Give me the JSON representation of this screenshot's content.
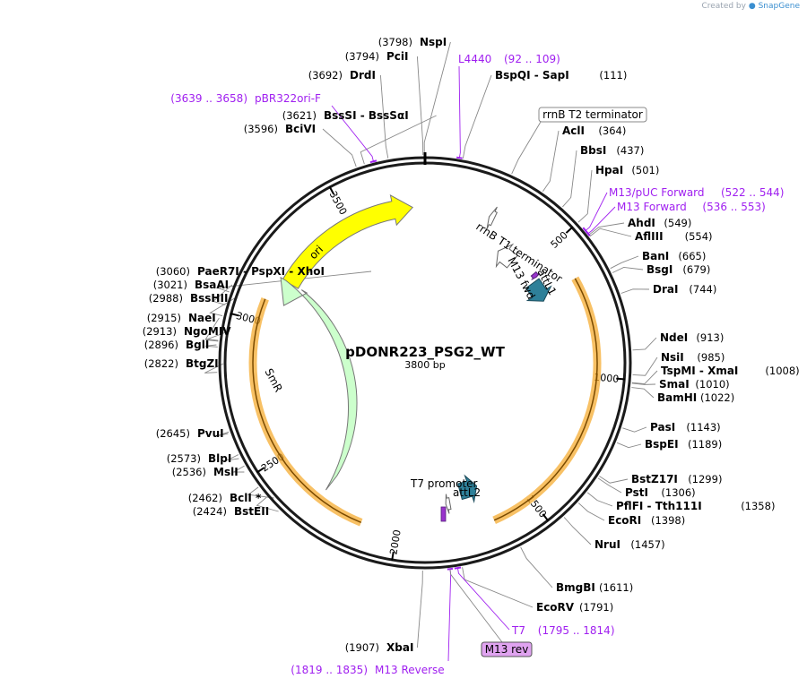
{
  "credit": {
    "prefix": "Created by",
    "brand": "SnapGene"
  },
  "plasmid": {
    "name": "pDONR223_PSG2_WT",
    "length": "3800 bp"
  },
  "ticks": [
    {
      "bp": 500,
      "label": "500"
    },
    {
      "bp": 1000,
      "label": "1000"
    },
    {
      "bp": 1500,
      "label": "1500"
    },
    {
      "bp": 2000,
      "label": "2000"
    },
    {
      "bp": 2500,
      "label": "2500"
    },
    {
      "bp": 3000,
      "label": "3000"
    },
    {
      "bp": 3500,
      "label": "3500"
    }
  ],
  "sites": [
    {
      "name": "NspI",
      "pos": "(3798)",
      "side": "L",
      "bp": 3798
    },
    {
      "name": "PciI",
      "pos": "(3794)",
      "side": "L",
      "bp": 3794
    },
    {
      "name": "DrdI",
      "pos": "(3692)",
      "side": "L",
      "bp": 3692
    },
    {
      "name": "BssSI  -  BssSαI",
      "pos": "(3621)",
      "side": "L",
      "bp": 3621
    },
    {
      "name": "BciVI",
      "pos": "(3596)",
      "side": "L",
      "bp": 3596
    },
    {
      "name": "PaeR7I  -  PspXI  -  XhoI",
      "pos": "(3060)",
      "side": "L",
      "bp": 3060
    },
    {
      "name": "BsaAI",
      "pos": "(3021)",
      "side": "L",
      "bp": 3021
    },
    {
      "name": "BssHII",
      "pos": "(2988)",
      "side": "L",
      "bp": 2988
    },
    {
      "name": "NaeI",
      "pos": "(2915)",
      "side": "L",
      "bp": 2915
    },
    {
      "name": "NgoMIV",
      "pos": "(2913)",
      "side": "L",
      "bp": 2913
    },
    {
      "name": "BglI",
      "pos": "(2896)",
      "side": "L",
      "bp": 2896
    },
    {
      "name": "BtgZI",
      "pos": "(2822)",
      "side": "L",
      "bp": 2822
    },
    {
      "name": "PvuI",
      "pos": "(2645)",
      "side": "L",
      "bp": 2645
    },
    {
      "name": "BlpI",
      "pos": "(2573)",
      "side": "L",
      "bp": 2573
    },
    {
      "name": "MslI",
      "pos": "(2536)",
      "side": "L",
      "bp": 2536
    },
    {
      "name": "BclI *",
      "pos": "(2462)",
      "side": "L",
      "bp": 2462
    },
    {
      "name": "BstEII",
      "pos": "(2424)",
      "side": "L",
      "bp": 2424
    },
    {
      "name": "XbaI",
      "pos": "(1907)",
      "side": "L",
      "bp": 1907
    },
    {
      "name": "BspQI  -  SapI",
      "pos": "(111)",
      "side": "R",
      "bp": 111
    },
    {
      "name": "AclI",
      "pos": "(364)",
      "side": "R",
      "bp": 364
    },
    {
      "name": "BbsI",
      "pos": "(437)",
      "side": "R",
      "bp": 437
    },
    {
      "name": "HpaI",
      "pos": "(501)",
      "side": "R",
      "bp": 501
    },
    {
      "name": "AhdI",
      "pos": "(549)",
      "side": "R",
      "bp": 549
    },
    {
      "name": "AflIII",
      "pos": "(554)",
      "side": "R",
      "bp": 554
    },
    {
      "name": "BanI",
      "pos": "(665)",
      "side": "R",
      "bp": 665
    },
    {
      "name": "BsgI",
      "pos": "(679)",
      "side": "R",
      "bp": 679
    },
    {
      "name": "DraI",
      "pos": "(744)",
      "side": "R",
      "bp": 744
    },
    {
      "name": "NdeI",
      "pos": "(913)",
      "side": "R",
      "bp": 913
    },
    {
      "name": "NsiI",
      "pos": "(985)",
      "side": "R",
      "bp": 985
    },
    {
      "name": "TspMI  -  XmaI",
      "pos": "(1008)",
      "side": "R",
      "bp": 1008
    },
    {
      "name": "SmaI",
      "pos": "(1010)",
      "side": "R",
      "bp": 1010
    },
    {
      "name": "BamHI",
      "pos": "(1022)",
      "side": "R",
      "bp": 1022
    },
    {
      "name": "PasI",
      "pos": "(1143)",
      "side": "R",
      "bp": 1143
    },
    {
      "name": "BspEI",
      "pos": "(1189)",
      "side": "R",
      "bp": 1189
    },
    {
      "name": "BstZ17I",
      "pos": "(1299)",
      "side": "R",
      "bp": 1299
    },
    {
      "name": "PstI",
      "pos": "(1306)",
      "side": "R",
      "bp": 1306
    },
    {
      "name": "PflFI  -  Tth111I",
      "pos": "(1358)",
      "side": "R",
      "bp": 1358
    },
    {
      "name": "EcoRI",
      "pos": "(1398)",
      "side": "R",
      "bp": 1398
    },
    {
      "name": "NruI",
      "pos": "(1457)",
      "side": "R",
      "bp": 1457
    },
    {
      "name": "BmgBI",
      "pos": "(1611)",
      "side": "R",
      "bp": 1611
    },
    {
      "name": "EcoRV",
      "pos": "(1791)",
      "side": "R",
      "bp": 1791
    }
  ],
  "primers": [
    {
      "name": "L4440",
      "range": "(92 .. 109)",
      "start": 92,
      "end": 109
    },
    {
      "name": "pBR322ori-F",
      "range": "(3639 .. 3658)",
      "start": 3639,
      "end": 3658
    },
    {
      "name": "M13/pUC Forward",
      "range": "(522 .. 544)",
      "start": 522,
      "end": 544
    },
    {
      "name": "M13 Forward",
      "range": "(536 .. 553)",
      "start": 536,
      "end": 553
    },
    {
      "name": "T7",
      "range": "(1795 .. 1814)",
      "start": 1795,
      "end": 1814
    },
    {
      "name": "M13 Reverse",
      "range": "(1819 .. 1835)",
      "start": 1819,
      "end": 1835
    }
  ],
  "boxed_labels": [
    {
      "name": "rrnB T2 terminator"
    },
    {
      "name": "M13 rev"
    }
  ],
  "features": [
    {
      "name": "ori",
      "type": "rep_origin",
      "color": "#ffff00"
    },
    {
      "name": "SmR",
      "type": "CDS",
      "color": "#ccffcc"
    },
    {
      "name": "attL1",
      "type": "protein_bind",
      "color": "#2e8099"
    },
    {
      "name": "attL2",
      "type": "protein_bind",
      "color": "#2e8099"
    },
    {
      "name": "rrnB T1 terminator",
      "type": "terminator",
      "color": "#ffffff"
    },
    {
      "name": "M13 fwd",
      "type": "primer_bind",
      "color": "#9933cc"
    },
    {
      "name": "T7 promoter",
      "type": "promoter",
      "color": "#ffffff"
    }
  ],
  "highlight_color": "#f5a623"
}
